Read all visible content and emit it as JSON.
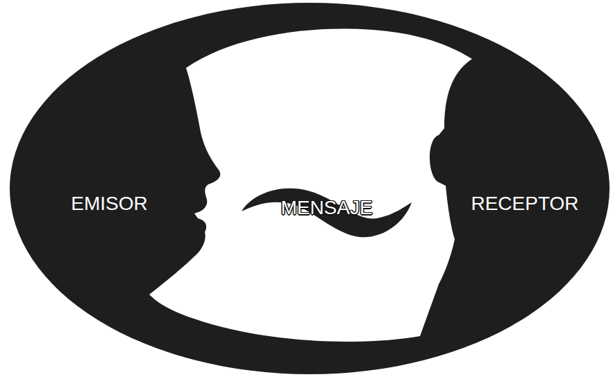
{
  "diagram": {
    "nodes": [
      {
        "text": [
          "EMISOR"
        ]
      },
      {
        "text": [
          "MENSAJE"
        ]
      },
      {
        "text": [
          "RECEPTOR"
        ]
      }
    ]
  }
}
